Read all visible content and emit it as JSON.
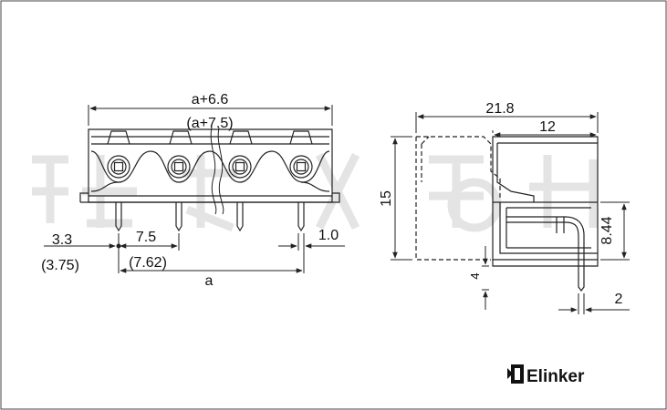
{
  "front_view": {
    "overall_width": "a+6.6",
    "overall_width_alt": "(a+7.5)",
    "edge_offset": "3.3",
    "edge_offset_alt": "(3.75)",
    "pitch": "7.5",
    "pitch_alt": "(7.62)",
    "pin_width": "1.0",
    "span": "a"
  },
  "side_view": {
    "depth": "21.8",
    "front_depth": "12",
    "height": "15",
    "opening_height": "8.44",
    "pin_offset": "4",
    "pin_spacing": "2"
  },
  "brand": {
    "name": "Elinker"
  },
  "colors": {
    "line": "#222222",
    "watermark": "#e6e6e6",
    "background": "#ffffff"
  }
}
